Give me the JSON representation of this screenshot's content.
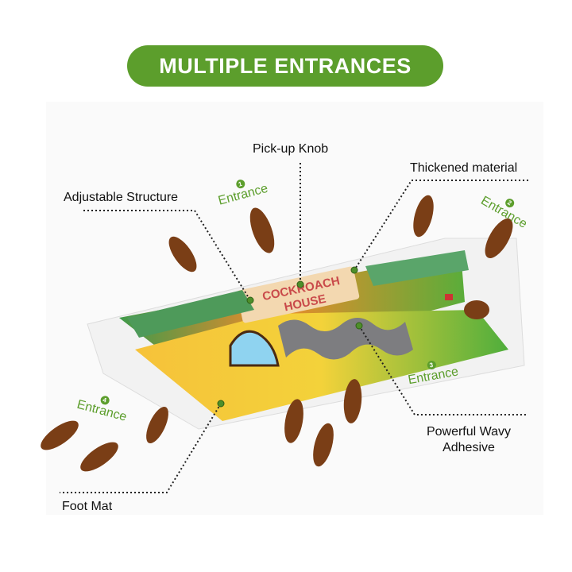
{
  "banner": {
    "title": "MULTIPLE ENTRANCES",
    "color": "#5c9e2c"
  },
  "callouts": {
    "pickup_knob": "Pick-up Knob",
    "thickened": "Thickened material",
    "adjustable": "Adjustable Structure",
    "wavy_line1": "Powerful Wavy",
    "wavy_line2": "Adhesive",
    "foot_mat": "Foot Mat"
  },
  "entrances": [
    {
      "num": "1",
      "label": "Entrance"
    },
    {
      "num": "2",
      "label": "Entrance"
    },
    {
      "num": "3",
      "label": "Entrance"
    },
    {
      "num": "4",
      "label": "Entrance"
    }
  ],
  "product": {
    "title_line1": "COCKROACH",
    "title_line2": "HOUSE"
  },
  "colors": {
    "accent": "#5c9e2c",
    "product_green": "#3f9a4a",
    "product_yellow": "#f3d23a",
    "product_orange": "#ef8a2a",
    "roach": "#7a3e16"
  }
}
